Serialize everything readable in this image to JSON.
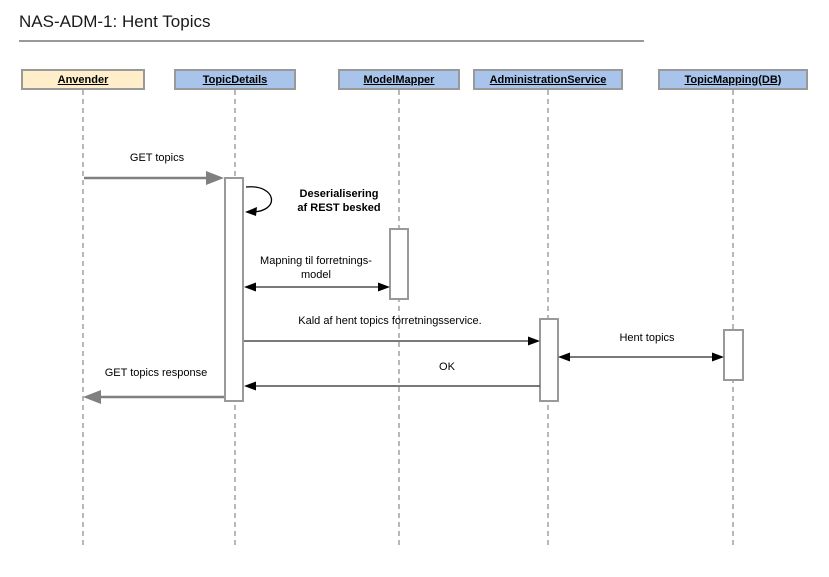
{
  "title": "NAS-ADM-1: Hent Topics",
  "colors": {
    "actor_fill": "#ffeec9",
    "component_fill": "#a9c4eb",
    "box_border": "#999999",
    "lifeline_dash": "#999999",
    "actor_arrow": "#808080",
    "message_line": "#4d4d4d",
    "arrowhead": "#000000"
  },
  "lifelines": [
    {
      "label": "Anvender",
      "type": "actor"
    },
    {
      "label": "TopicDetails",
      "type": "component"
    },
    {
      "label": "ModelMapper",
      "type": "component"
    },
    {
      "label": "AdministrationService",
      "type": "component"
    },
    {
      "label": "TopicMapping(DB)",
      "type": "component"
    }
  ],
  "messages": [
    {
      "label": "GET topics",
      "from": "Anvender",
      "to": "TopicDetails"
    },
    {
      "line1": "Deserialisering",
      "line2": "af REST besked",
      "from": "TopicDetails",
      "to": "TopicDetails"
    },
    {
      "line1": "Mapning til forretnings-",
      "line2": "model",
      "from": "TopicDetails",
      "to": "ModelMapper"
    },
    {
      "label": "Kald af hent topics forretningsservice.",
      "from": "TopicDetails",
      "to": "AdministrationService"
    },
    {
      "label": "Hent topics",
      "from": "AdministrationService",
      "to": "TopicMapping(DB)"
    },
    {
      "label": "OK",
      "from": "AdministrationService",
      "to": "TopicDetails"
    },
    {
      "label": "GET topics response",
      "from": "TopicDetails",
      "to": "Anvender"
    }
  ]
}
